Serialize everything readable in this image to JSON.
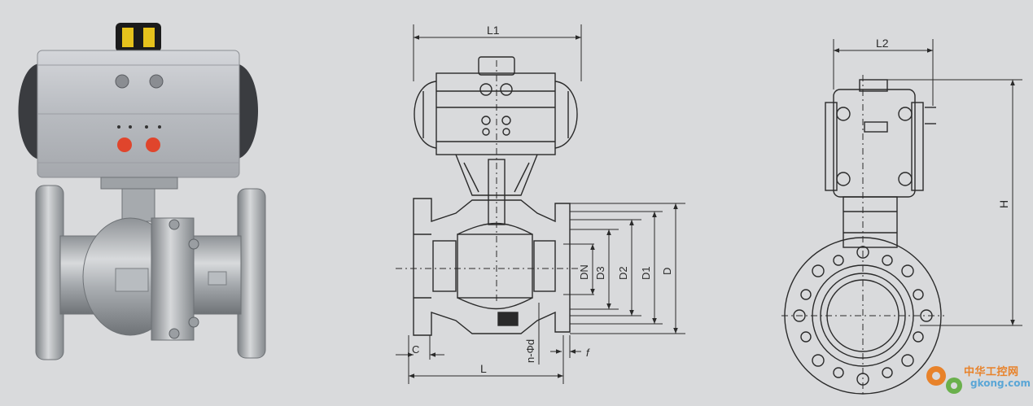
{
  "labels": {
    "l1": "L1",
    "l2": "L2",
    "h": "H",
    "l": "L",
    "c": "C",
    "f": "f",
    "dn": "DN",
    "d3": "D3",
    "d2": "D2",
    "d1": "D1",
    "d": "D",
    "bolt": "n-Φd"
  },
  "watermark": {
    "text_cn": "中华工控网",
    "text_url": "gkong.com"
  },
  "colors": {
    "background": "#d9dadc",
    "line": "#2a2a2a",
    "actuator_body": "#c4c6ca",
    "port_red": "#e0452c",
    "logo_orange": "#e8822a",
    "logo_blue": "#5aa6d6"
  }
}
